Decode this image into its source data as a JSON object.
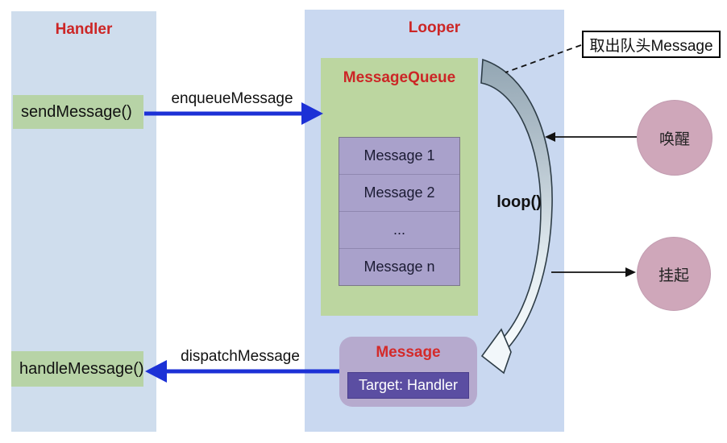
{
  "handler": {
    "title": "Handler",
    "send_button": "sendMessage()",
    "handle_button": "handleMessage()"
  },
  "looper": {
    "title": "Looper",
    "loop_label": "loop()",
    "message_queue": {
      "title": "MessageQueue",
      "items": [
        "Message 1",
        "Message 2",
        "...",
        "Message n"
      ]
    },
    "message_card": {
      "title": "Message",
      "target_label": "Target: Handler"
    }
  },
  "arrows": {
    "enqueue_label": "enqueueMessage",
    "dispatch_label": "dispatchMessage"
  },
  "annotations": {
    "dequeue_note": "取出队头Message",
    "wake_label": "唤醒",
    "suspend_label": "挂起"
  },
  "colors": {
    "handler_panel_blue": "#cfdded",
    "looper_panel_blue": "#c9d8f0",
    "method_box_green": "#b7d3a6",
    "message_queue_green": "#bcd6a0",
    "queue_row_purple": "#a9a1cb",
    "message_card_purple": "#b6aace",
    "target_box_purple": "#5b4ea2",
    "circle_pink": "#cfa7ba",
    "title_red": "#cc2626",
    "flow_arrow_blue": "#1c31d6"
  }
}
